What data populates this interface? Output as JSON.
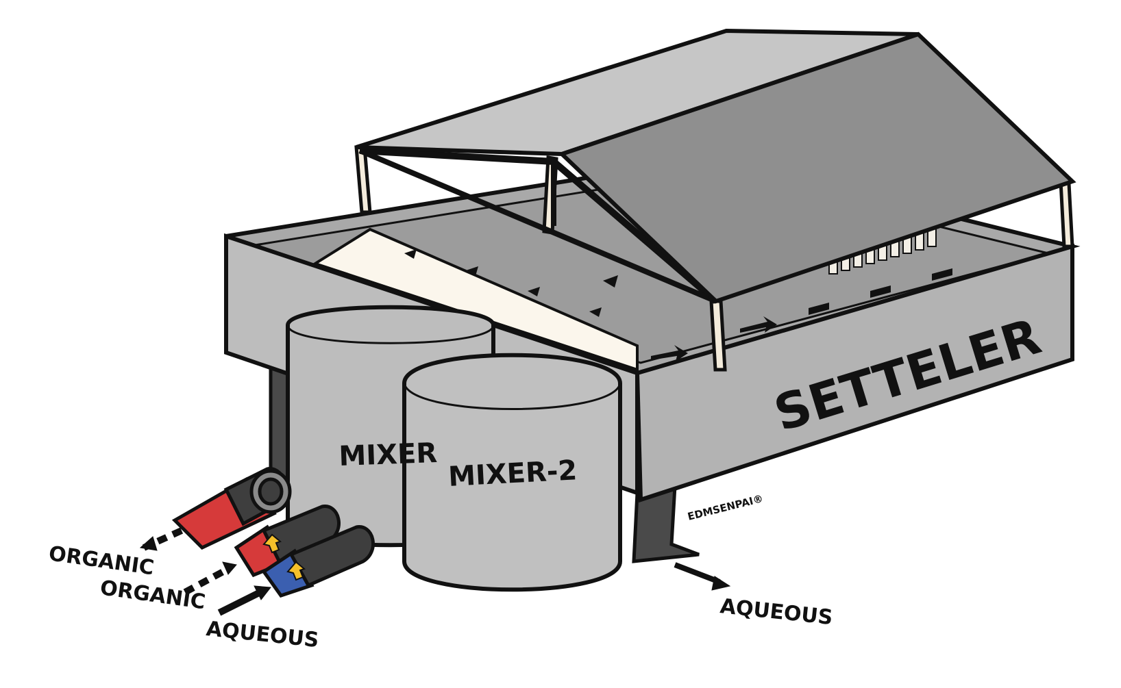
{
  "labels": {
    "settler": "SETTELER",
    "mixer1": "MIXER",
    "mixer2": "MIXER-2",
    "organic_out": "ORGANIC",
    "organic_in": "ORGANIC",
    "aqueous_in": "AQUEOUS",
    "aqueous_out": "AQUEOUS",
    "signature": "EDMSENPAI®"
  },
  "colors": {
    "outline": "#111111",
    "body_gray": "#bdbdbd",
    "roof_gray": "#8f8f8f",
    "roof_light": "#c6c6c6",
    "cream": "#fbf6ec",
    "organic_red": "#d63a3a",
    "aqueous_blue": "#3b5fb0",
    "arrow_yellow": "#f5c02a",
    "pipe_dark": "#3e3e3e"
  }
}
